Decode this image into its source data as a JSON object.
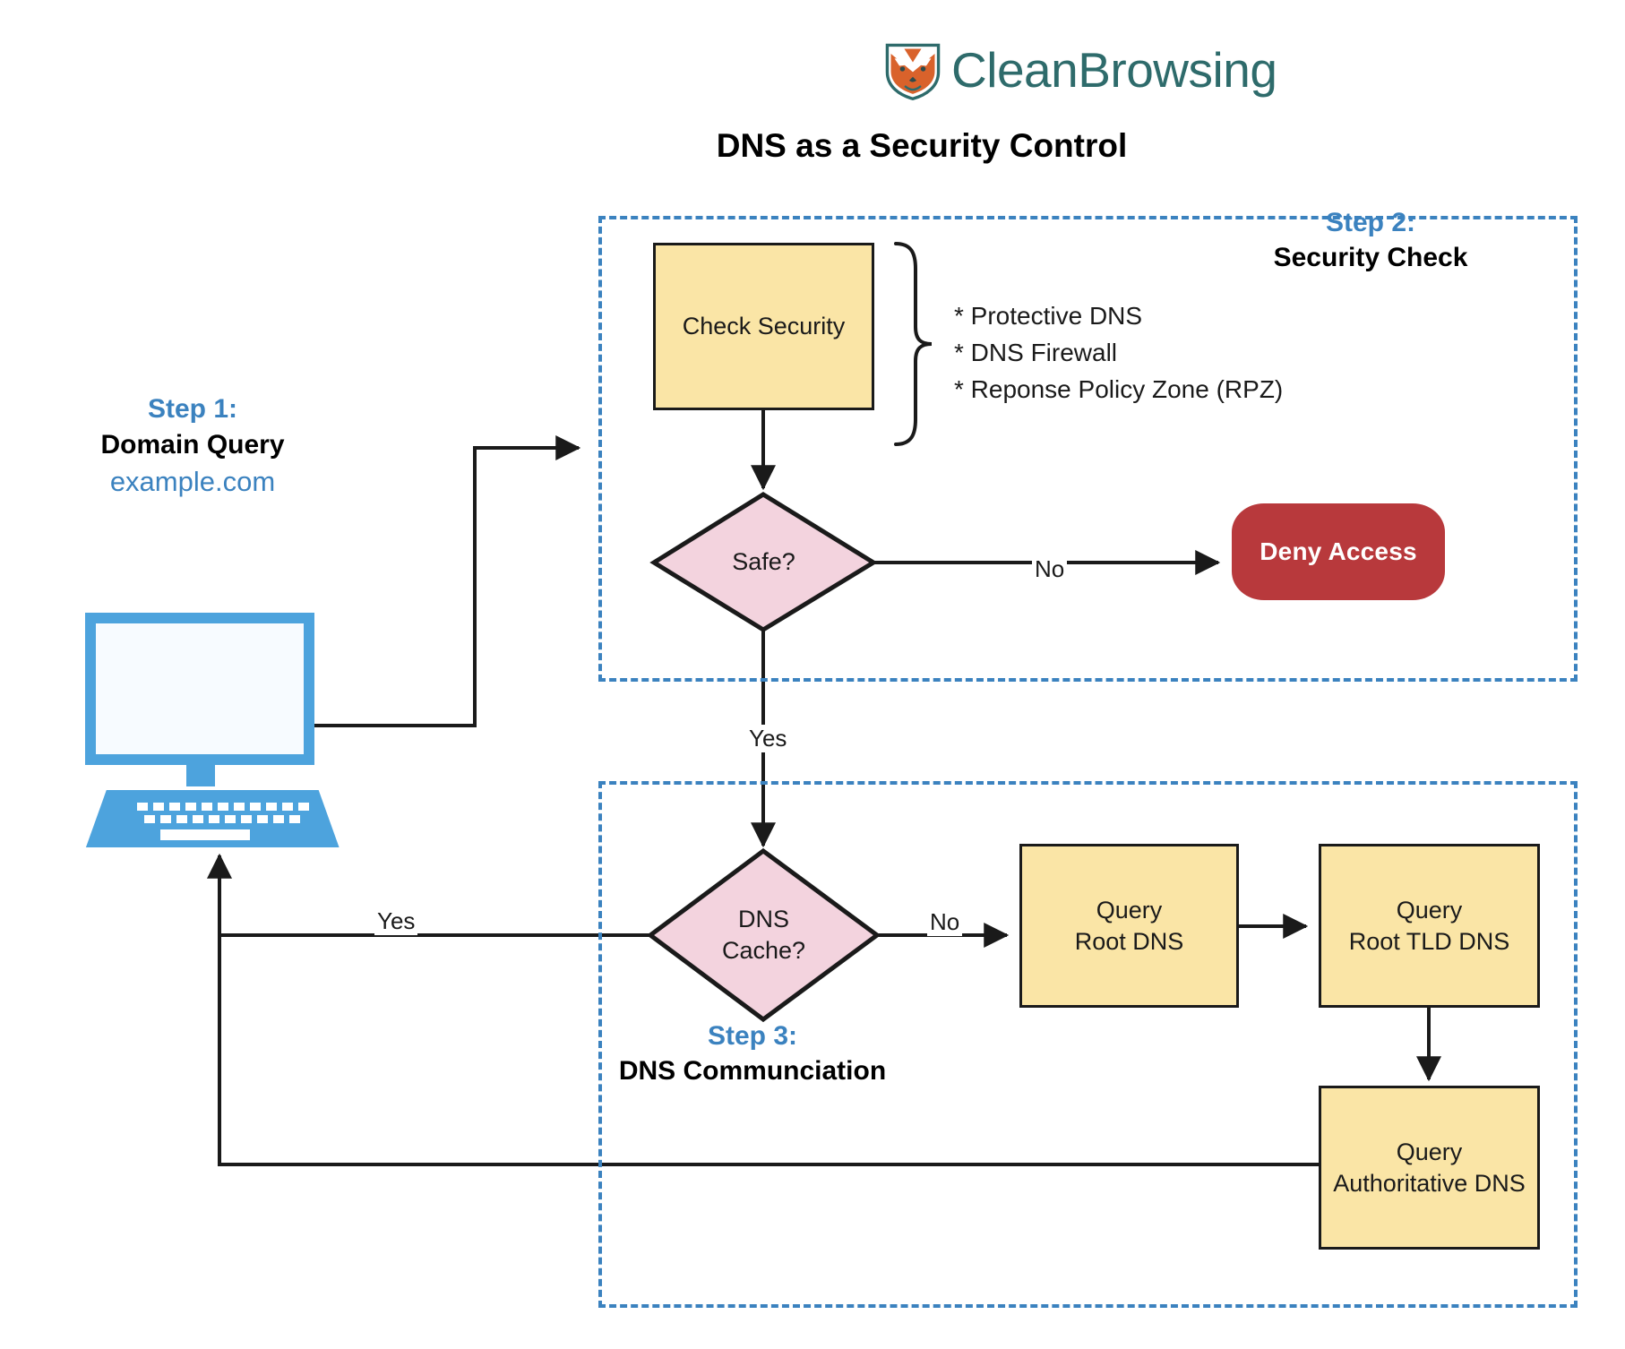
{
  "brand": {
    "name": "CleanBrowsing",
    "logo_icon": "fox-shield-icon",
    "name_color": "#2e6b6b",
    "logo_fill": "#d9622b",
    "logo_outline": "#2e6b6b"
  },
  "title": "DNS as a Security Control",
  "accent_color": "#3b82bf",
  "colors": {
    "process_fill": "#fae5a6",
    "decision_fill": "#f3d3de",
    "deny_fill": "#b8393c",
    "stroke": "#1a1a1a",
    "computer": "#4da3dd",
    "screen": "#f7fbff"
  },
  "step1": {
    "heading": "Step 1:",
    "subheading": "Domain Query",
    "domain": "example.com",
    "device_icon": "desktop-computer-icon"
  },
  "step2": {
    "heading": "Step 2:",
    "subheading": "Security Check",
    "check_security_box": "Check Security",
    "bullets": [
      "* Protective DNS",
      "* DNS Firewall",
      "* Reponse Policy Zone (RPZ)"
    ],
    "decision": "Safe?",
    "deny_access": "Deny Access",
    "edge_no": "No",
    "edge_yes": "Yes"
  },
  "step3": {
    "heading": "Step 3:",
    "subheading": "DNS Communciation",
    "decision_line1": "DNS",
    "decision_line2": "Cache?",
    "edge_no": "No",
    "edge_yes": "Yes",
    "boxes": [
      {
        "line1": "Query",
        "line2": "Root DNS"
      },
      {
        "line1": "Query",
        "line2": "Root TLD DNS"
      },
      {
        "line1": "Query",
        "line2": "Authoritative DNS"
      }
    ]
  }
}
